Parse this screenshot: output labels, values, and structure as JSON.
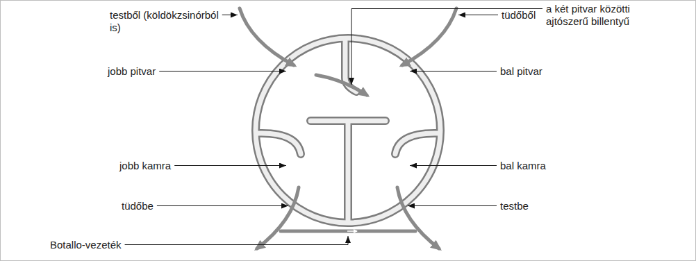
{
  "diagram": {
    "labels": [
      "a két pitvar közötti ajtószerű billentyű",
      "testből (köldökzsinórból is)",
      "tüdőből",
      "jobb pitvar",
      "bal pitvar",
      "jobb kamra",
      "bal kamra",
      "tüdőbe",
      "testbe",
      "Botallo-vezeték"
    ]
  }
}
